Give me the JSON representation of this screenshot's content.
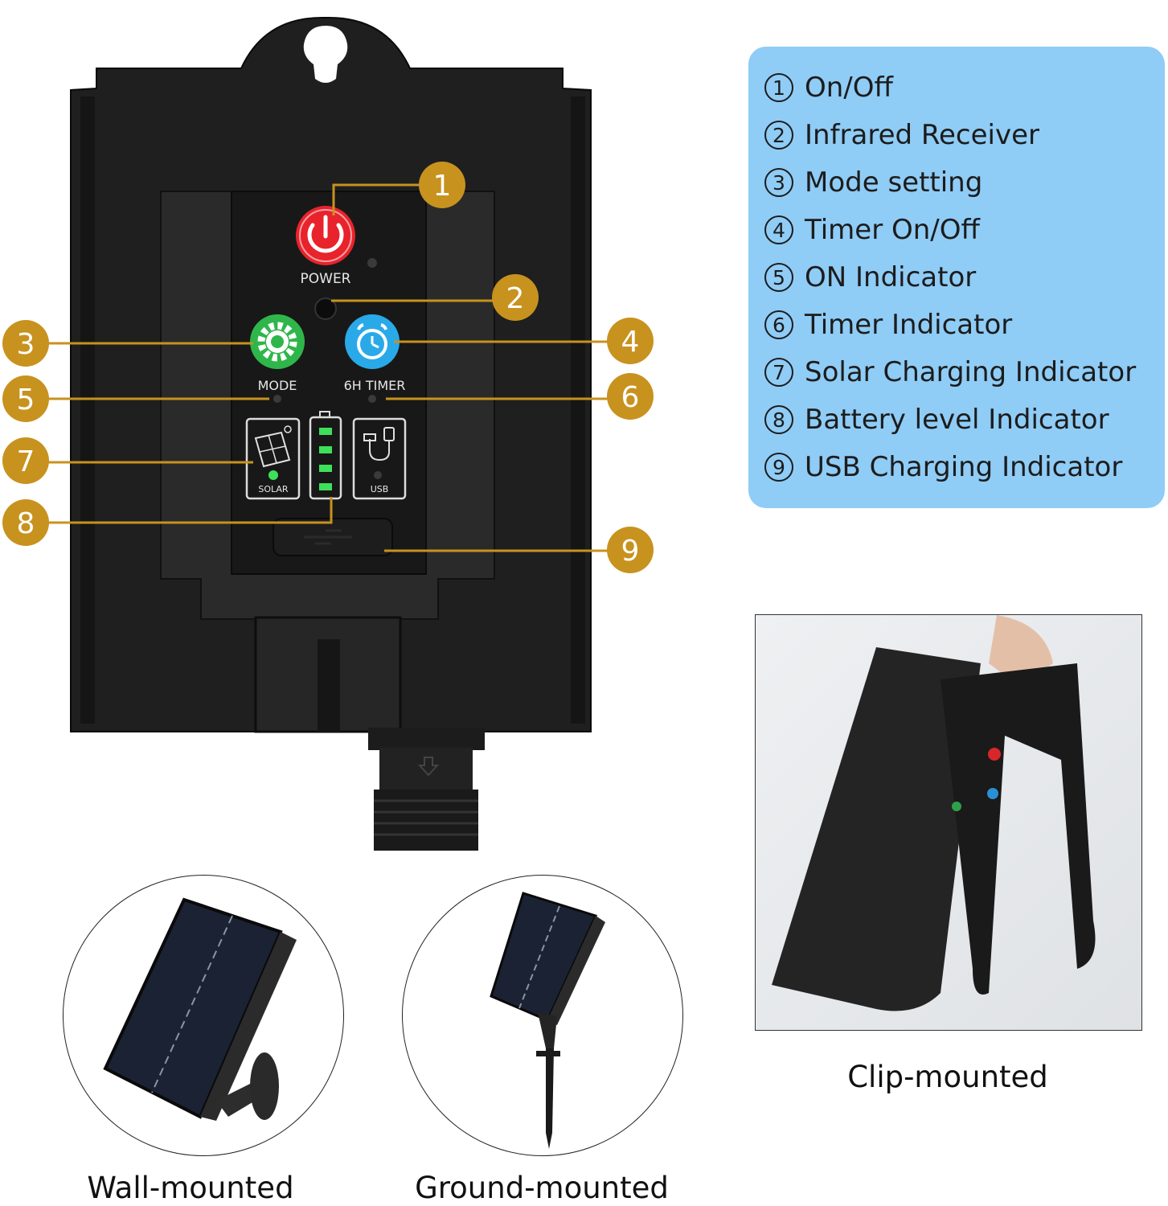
{
  "device": {
    "power_label": "POWER",
    "mode_label": "MODE",
    "timer_label": "6H TIMER",
    "solar_label": "SOLAR",
    "usb_label": "USB"
  },
  "callouts": [
    "1",
    "2",
    "3",
    "4",
    "5",
    "6",
    "7",
    "8",
    "9"
  ],
  "legend": {
    "items": [
      {
        "num": "1",
        "label": "On/Off"
      },
      {
        "num": "2",
        "label": "Infrared Receiver"
      },
      {
        "num": "3",
        "label": "Mode setting"
      },
      {
        "num": "4",
        "label": "Timer On/Off"
      },
      {
        "num": "5",
        "label": "ON Indicator"
      },
      {
        "num": "6",
        "label": "Timer Indicator"
      },
      {
        "num": "7",
        "label": "Solar Charging Indicator"
      },
      {
        "num": "8",
        "label": "Battery level Indicator"
      },
      {
        "num": "9",
        "label": "USB Charging Indicator"
      }
    ]
  },
  "mounts": {
    "wall": "Wall-mounted",
    "ground": "Ground-mounted",
    "clip": "Clip-mounted"
  },
  "colors": {
    "callout": "#c8921e",
    "panel": "#8fccf6",
    "power_red": "#e8232b",
    "mode_green": "#2fb64a",
    "timer_blue": "#2aa9e8",
    "led_green": "#3ee05a"
  }
}
